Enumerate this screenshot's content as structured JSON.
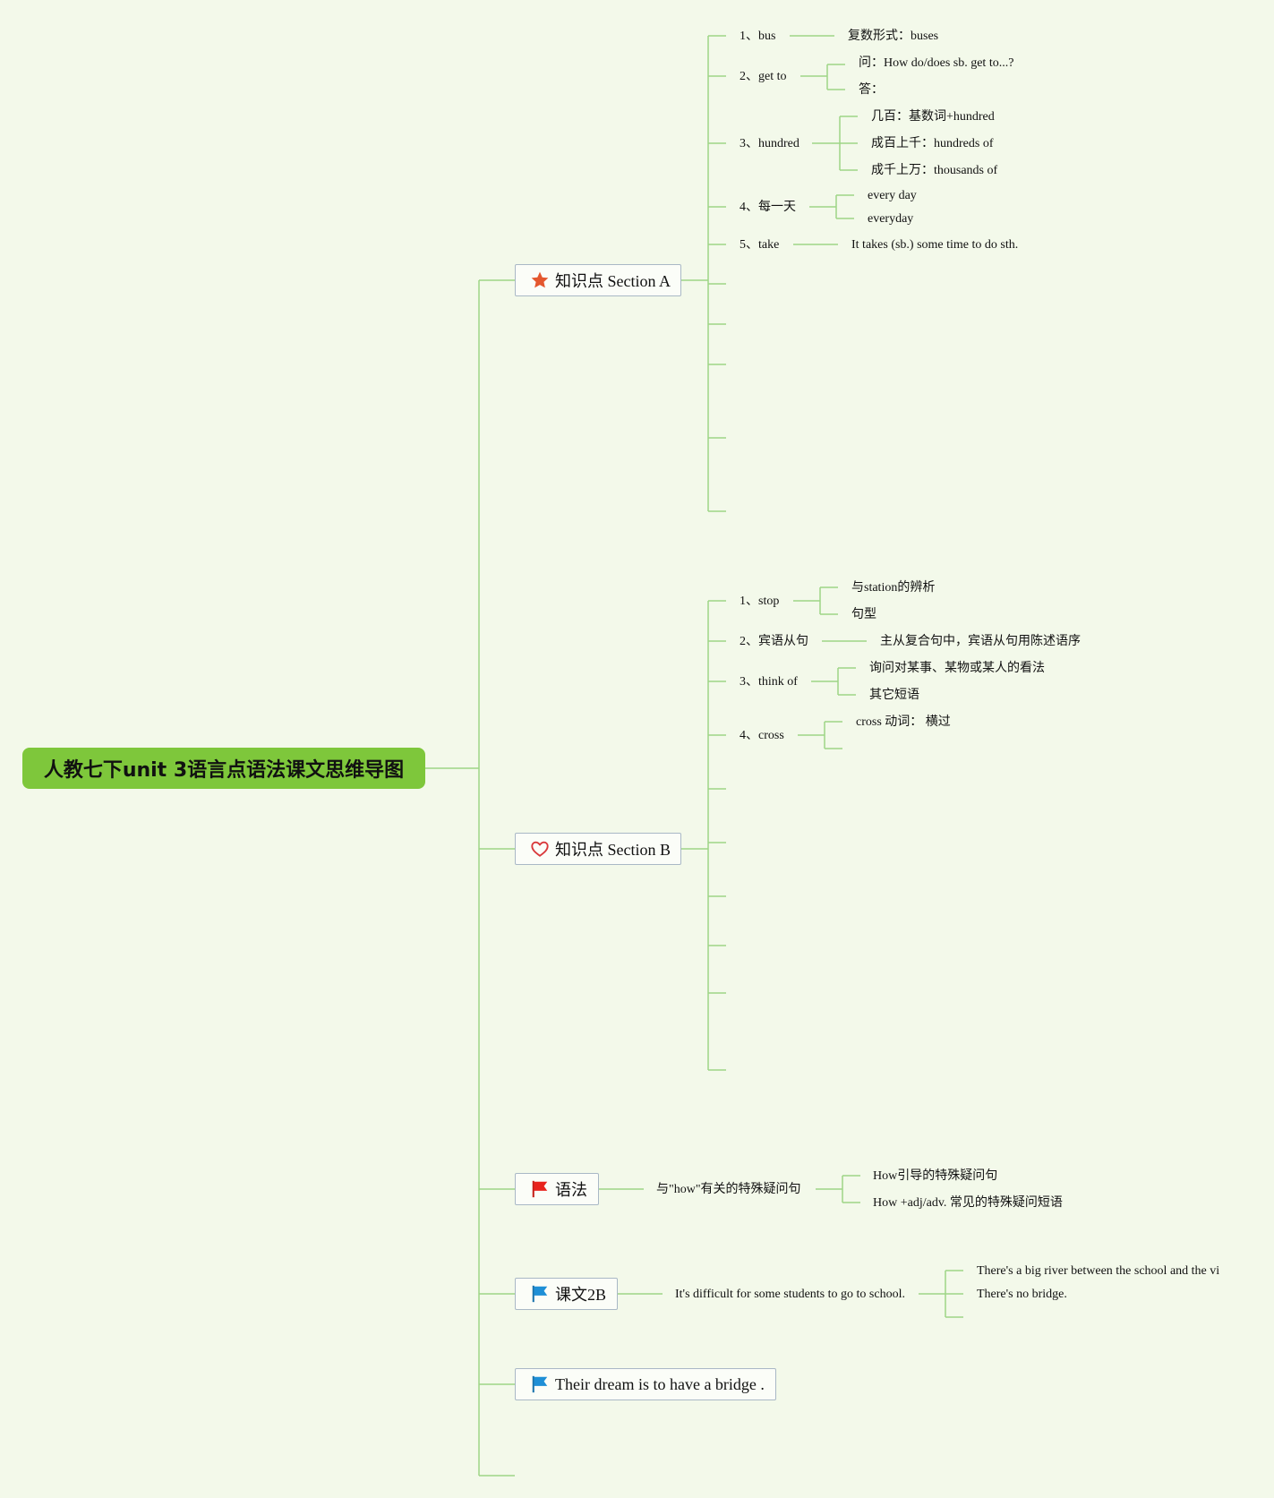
{
  "root": {
    "title": "人教七下unit 3语言点语法课文思维导图"
  },
  "main_nodes": [
    {
      "label": "知识点 Section A",
      "icon": "star-icon"
    },
    {
      "label": "知识点 Section B",
      "icon": "heart-icon"
    },
    {
      "label": "语法",
      "icon": "red-flag-icon"
    },
    {
      "label": "课文2B",
      "icon": "blue-flag-icon"
    },
    {
      "label": "Their dream is to have a bridge .",
      "icon": "blue-flag-icon"
    }
  ],
  "section_a": [
    {
      "label": "1、bus",
      "children": [
        "复数形式：buses"
      ]
    },
    {
      "label": "2、get to",
      "children": [
        "问：How do/does sb. get to...?",
        "答："
      ]
    },
    {
      "label": "3、hundred",
      "children": [
        "几百：基数词+hundred",
        "成百上千：hundreds of",
        "成千上万：thousands of"
      ]
    },
    {
      "label": "4、每一天",
      "children": [
        "every day",
        "everyday"
      ]
    },
    {
      "label": "5、take",
      "children": [
        "It takes (sb.) some time to do sth."
      ]
    }
  ],
  "section_b": [
    {
      "label": "1、stop",
      "children": [
        "与station的辨析",
        "句型"
      ]
    },
    {
      "label": "2、宾语从句",
      "children": [
        "主从复合句中，宾语从句用陈述语序"
      ]
    },
    {
      "label": "3、think of",
      "children": [
        "询问对某事、某物或某人的看法",
        "其它短语"
      ]
    },
    {
      "label": "4、cross",
      "children": [
        "cross 动词： 横过"
      ]
    }
  ],
  "grammar": {
    "label": "与\"how\"有关的特殊疑问句",
    "children": [
      "How引导的特殊疑问句",
      "How +adj/adv. 常见的特殊疑问短语"
    ]
  },
  "text_2b": {
    "label": "It's difficult for some students to go to school.",
    "children": [
      "There's a big river between the school and the vi",
      "There's no bridge."
    ]
  },
  "colors": {
    "background": "#f3f9ea",
    "line": "#9ed686",
    "root_fill": "#7ec73b",
    "box_border": "#a9b8c6",
    "star": "#e4572e",
    "heart": "#d9383a",
    "red_flag": "#e8231c",
    "blue_flag": "#1e8fd6"
  }
}
